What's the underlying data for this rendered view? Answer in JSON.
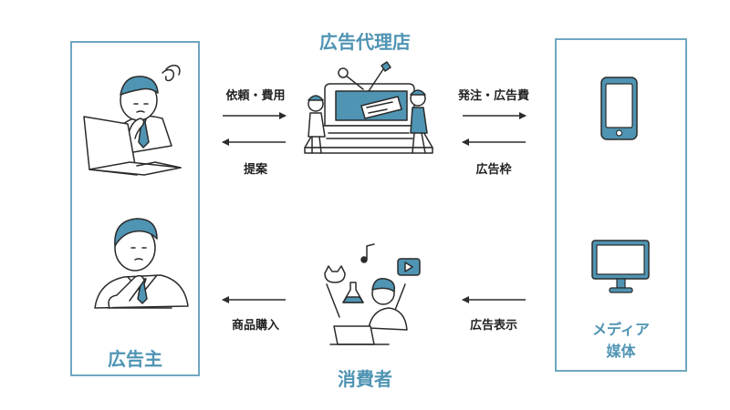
{
  "colors": {
    "accent": "#4f94b3",
    "panel_border": "#6fa6bf",
    "ink": "#2b2b2b",
    "skin_fill": "#ffffff"
  },
  "nodes": {
    "agency": "広告代理店",
    "advertiser": "広告主",
    "consumer": "消費者",
    "media_line1": "メディア",
    "media_line2": "媒体"
  },
  "edges": {
    "request_cost": "依頼・費用",
    "proposal": "提案",
    "order_ad_fee": "発注・広告費",
    "ad_slot": "広告枠",
    "purchase": "商品購入",
    "ad_display": "広告表示"
  },
  "icons": {
    "advertiser_top": "worried-businessman-at-laptop-icon",
    "advertiser_bottom": "thinking-businessman-icon",
    "agency": "team-building-laptop-icon",
    "consumer": "person-browsing-laptop-icon",
    "media_top": "smartphone-icon",
    "media_bottom": "monitor-icon"
  }
}
